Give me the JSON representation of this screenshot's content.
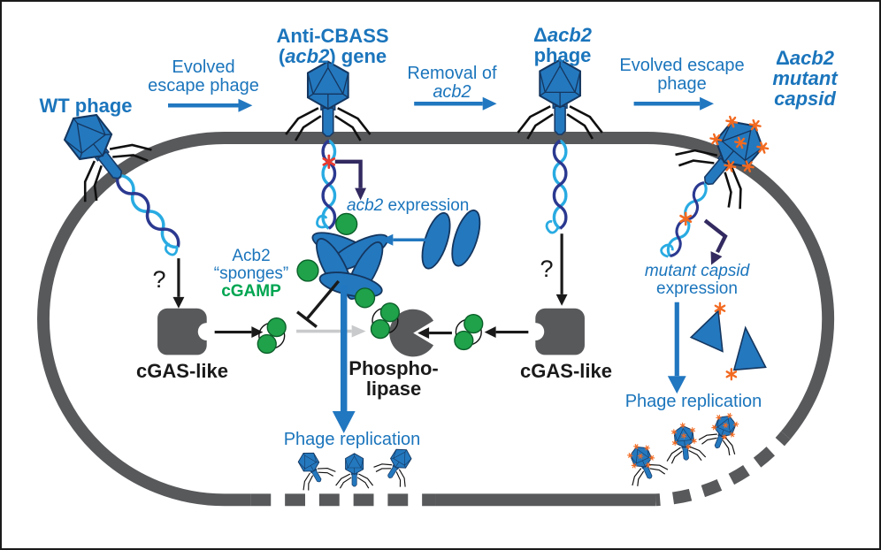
{
  "diagram_title": "Phage anti-CBASS (Acb2) evolution and cGAMP sponging schematic",
  "palette": {
    "text_blue": "#1b75bc",
    "shape_blue": "#2478be",
    "arrow_blue": "#2177c0",
    "green": "#1fa24a",
    "green_text": "#00a551",
    "dark_gray": "#58595b",
    "faded_gray": "#c9cacb",
    "dna_light": "#29abe2",
    "dna_dark": "#2b3990",
    "purple": "#322a60",
    "red": "#e8392e",
    "orange": "#f26a21",
    "black": "#1a1a1a"
  },
  "labels": {
    "wt_phage": "WT phage",
    "evolved_escape": {
      "line1": "Evolved",
      "line2": "escape phage"
    },
    "anti_cbass": {
      "line1": "Anti-CBASS",
      "open": "(",
      "gene_it": "acb2",
      "close": ") gene"
    },
    "removal": {
      "line1": "Removal of",
      "gene_it": "acb2"
    },
    "delta_acb2_phage": {
      "delta": "Δ",
      "gene_it": "acb2",
      "line2": "phage"
    },
    "evolved_escape2": {
      "line1": "Evolved",
      "line2": "escape phage"
    },
    "delta_acb2_mutant": {
      "delta": "Δ",
      "gene_it": "acb2",
      "line2": "mutant",
      "line3": "capsid"
    },
    "acb2_expression": {
      "gene_it": "acb2",
      "rest": " expression"
    },
    "acb2_sponges": {
      "line1": "Acb2",
      "line2": "“sponges”",
      "line3": "cGAMP"
    },
    "question_left": "?",
    "question_right": "?",
    "cgas_left": "cGAS-like",
    "cgas_right": "cGAS-like",
    "phospholipase": {
      "line1": "Phospho-",
      "line2": "lipase"
    },
    "mutant_capsid_expression": {
      "line1_it": "mutant capsid",
      "line2": "expression"
    },
    "phage_replication_center": "Phage replication",
    "phage_replication_right": "Phage replication"
  }
}
